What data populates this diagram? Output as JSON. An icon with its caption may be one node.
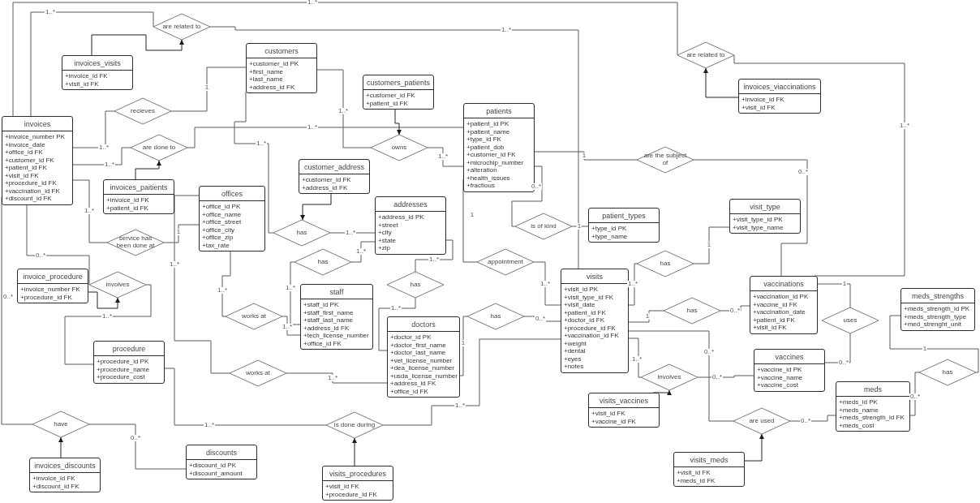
{
  "diagram": {
    "nodes": [
      {
        "text": [
          "are related to"
        ]
      },
      {
        "text": [
          "invoices_visits",
          "+invoice_id FK",
          "+visit_id FK"
        ]
      },
      {
        "text": [
          "customers",
          "+customer_id PK",
          "+first_name",
          "+last_name",
          "+address_id FK"
        ]
      },
      {
        "text": [
          "are related to"
        ]
      },
      {
        "text": [
          "customers_patients",
          "+customer_id FK",
          "+patient_id FK"
        ]
      },
      {
        "text": [
          "invoices_viaccinations",
          "+invoice_id FK",
          "+visit_id FK"
        ]
      },
      {
        "text": [
          "patients",
          "+patient_id PK",
          "+patient_name",
          "+type_id FK",
          "+patient_dob",
          "+customer_id FK",
          "+microchip_number",
          "+alteration",
          "+health_issues",
          "+fractious"
        ]
      },
      {
        "text": [
          "recieves"
        ]
      },
      {
        "text": [
          "invoices",
          "+invoice_number PK",
          "+invoice_date",
          "+office_id FK",
          "+customer_id FK",
          "+patient_id FK",
          "+visit_id FK",
          "+procedure_id FK",
          "+vaccination_id FK",
          "+discount_id FK"
        ]
      },
      {
        "text": [
          "owns"
        ]
      },
      {
        "text": [
          "are done to"
        ]
      },
      {
        "text": [
          "are the subject of"
        ]
      },
      {
        "text": [
          "customer_address",
          "+customer_id FK",
          "+address_id FK"
        ]
      },
      {
        "text": [
          "invoices_paitients",
          "+invoice_id FK",
          "+patient_id FK"
        ]
      },
      {
        "text": [
          "offices",
          "+office_id PK",
          "+office_name",
          "+office_street",
          "+office_city",
          "+office_zip",
          "+tax_rate"
        ]
      },
      {
        "text": [
          "addresses",
          "+address_id PK",
          "+street",
          "+city",
          "+state",
          "+zip"
        ]
      },
      {
        "text": [
          "visit_type",
          "+visit_type_id PK",
          "+visit_type_name"
        ]
      },
      {
        "text": [
          "patient_types",
          "+type_id PK",
          "+type_name"
        ]
      },
      {
        "text": [
          "is of kind"
        ]
      },
      {
        "text": [
          "has"
        ]
      },
      {
        "text": [
          "service has been done at"
        ]
      },
      {
        "text": [
          "has"
        ]
      },
      {
        "text": [
          "appointment"
        ]
      },
      {
        "text": [
          "has"
        ]
      },
      {
        "text": [
          "invoice_procedure",
          "+invoice_number FK",
          "+procedure_id FK"
        ]
      },
      {
        "text": [
          "visits",
          "+visit_id PK",
          "+visit_type_id FK",
          "+visit_date",
          "+patient_id FK",
          "+doctor_id FK",
          "+procedure_id FK",
          "+vaccination_id FK",
          "+weight",
          "+dental",
          "+eyes",
          "+notes"
        ]
      },
      {
        "text": [
          "vaccinations",
          "+vaccination_id PK",
          "+vaccine_id FK",
          "+vaccination_date",
          "+patient_id FK",
          "+visit_id FK"
        ]
      },
      {
        "text": [
          "involves"
        ]
      },
      {
        "text": [
          "staff",
          "+staff_id PK",
          "+staff_first_name",
          "+staff_last_name",
          "+address_id FK",
          "+tech_license_number",
          "+office_id FK"
        ]
      },
      {
        "text": [
          "has"
        ]
      },
      {
        "text": [
          "meds_strengths",
          "+meds_strength_id PK",
          "+meds_strength_type",
          "+med_strenght_unit"
        ]
      },
      {
        "text": [
          "has"
        ]
      },
      {
        "text": [
          "works at"
        ]
      },
      {
        "text": [
          "has"
        ]
      },
      {
        "text": [
          "doctors",
          "+doctor_id PK",
          "+doctor_first_name",
          "+doctor_last_name",
          "+vet_license_number",
          "+dea_license_number",
          "+usda_license_number",
          "+address_id FK",
          "+office_id FK"
        ]
      },
      {
        "text": [
          "uses"
        ]
      },
      {
        "text": [
          "procedure",
          "+procedure_id PK",
          "+procedure_name",
          "+procedure_cost"
        ]
      },
      {
        "text": [
          "vaccines",
          "+vaccine_id PK",
          "+vaccine_name",
          "+vaccine_cost"
        ]
      },
      {
        "text": [
          "works at"
        ]
      },
      {
        "text": [
          "has"
        ]
      },
      {
        "text": [
          "involves"
        ]
      },
      {
        "text": [
          "meds",
          "+meds_id PK",
          "+meds_name",
          "+meds_strength_id FK",
          "+meds_cost"
        ]
      },
      {
        "text": [
          "visits_vaccines",
          "+visit_id FK",
          "+vaccine_id FK"
        ]
      },
      {
        "text": [
          "are used"
        ]
      },
      {
        "text": [
          "have"
        ]
      },
      {
        "text": [
          "is done during"
        ]
      },
      {
        "text": [
          "discounts",
          "+discount_id PK",
          "+discount_amount"
        ]
      },
      {
        "text": [
          "visits_meds",
          "+visit_id FK",
          "+meds_id FK"
        ]
      },
      {
        "text": [
          "invoices_discounts",
          "+invoice_id FK",
          "+discount_id FK"
        ]
      },
      {
        "text": [
          "visits_procedures",
          "+visit_id FK",
          "+procedure_id FK"
        ]
      }
    ],
    "edges": [
      {
        "from": 8,
        "to": 0,
        "arrow": "none",
        "label": "1..*"
      },
      {
        "from": 0,
        "to": 25,
        "arrow": "none",
        "label": "1..*"
      },
      {
        "from": 1,
        "to": 0,
        "arrow": "to"
      },
      {
        "from": 8,
        "to": 3,
        "arrow": "none",
        "label": "1..*"
      },
      {
        "from": 3,
        "to": 26,
        "arrow": "none",
        "label": "1..*"
      },
      {
        "from": 5,
        "to": 3,
        "arrow": "to"
      },
      {
        "from": 8,
        "to": 7,
        "arrow": "none",
        "label": "1..*"
      },
      {
        "from": 7,
        "to": 2,
        "arrow": "none",
        "label": "1"
      },
      {
        "from": 8,
        "to": 10,
        "arrow": "none",
        "label": "1..*"
      },
      {
        "from": 10,
        "to": 6,
        "arrow": "none",
        "label": "1..*"
      },
      {
        "from": 13,
        "to": 10,
        "arrow": "to"
      },
      {
        "from": 2,
        "to": 19,
        "arrow": "none",
        "label": "1..*"
      },
      {
        "from": 2,
        "to": 9,
        "arrow": "none",
        "label": "1..*"
      },
      {
        "from": 9,
        "to": 6,
        "arrow": "none",
        "label": "1..*"
      },
      {
        "from": 4,
        "to": 9,
        "arrow": "to"
      },
      {
        "from": 12,
        "to": 19,
        "arrow": "to"
      },
      {
        "from": 19,
        "to": 15,
        "arrow": "none",
        "label": "1..*"
      },
      {
        "from": 6,
        "to": 11,
        "arrow": "none",
        "label": "1"
      },
      {
        "from": 11,
        "to": 26,
        "arrow": "none",
        "label": "0..*"
      },
      {
        "from": 6,
        "to": 18,
        "arrow": "none",
        "label": "0..*"
      },
      {
        "from": 18,
        "to": 17,
        "arrow": "none",
        "label": "1"
      },
      {
        "from": 6,
        "to": 22,
        "arrow": "none",
        "label": "1"
      },
      {
        "from": 22,
        "to": 25,
        "arrow": "none",
        "label": "1..*"
      },
      {
        "from": 25,
        "to": 23,
        "arrow": "none",
        "label": "1..*"
      },
      {
        "from": 23,
        "to": 16,
        "arrow": "none",
        "label": "1"
      },
      {
        "from": 25,
        "to": 31,
        "arrow": "none",
        "label": "1"
      },
      {
        "from": 31,
        "to": 26,
        "arrow": "none",
        "label": "0..*"
      },
      {
        "from": 25,
        "to": 43,
        "arrow": "none",
        "label": "0..*"
      },
      {
        "from": 43,
        "to": 41,
        "arrow": "none",
        "label": "0..*"
      },
      {
        "from": 25,
        "to": 40,
        "arrow": "none",
        "label": "1..*"
      },
      {
        "from": 40,
        "to": 37,
        "arrow": "none",
        "label": "0..*"
      },
      {
        "from": 42,
        "to": 40,
        "arrow": "to"
      },
      {
        "from": 47,
        "to": 43,
        "arrow": "to"
      },
      {
        "from": 26,
        "to": 35,
        "arrow": "none",
        "label": "1"
      },
      {
        "from": 35,
        "to": 37,
        "arrow": "none",
        "label": "0..*"
      },
      {
        "from": 30,
        "to": 39,
        "arrow": "none",
        "label": "1"
      },
      {
        "from": 39,
        "to": 41,
        "arrow": "none",
        "label": "0..*"
      },
      {
        "from": 34,
        "to": 33,
        "arrow": "none",
        "label": "1"
      },
      {
        "from": 33,
        "to": 25,
        "arrow": "none",
        "label": "0..*"
      },
      {
        "from": 25,
        "to": 45,
        "arrow": "none",
        "label": "1..*"
      },
      {
        "from": 36,
        "to": 45,
        "arrow": "none",
        "label": "1..*"
      },
      {
        "from": 49,
        "to": 45,
        "arrow": "to"
      },
      {
        "from": 14,
        "to": 38,
        "arrow": "none",
        "label": "1..*"
      },
      {
        "from": 38,
        "to": 34,
        "arrow": "none",
        "label": "1..*"
      },
      {
        "from": 20,
        "to": 14,
        "arrow": "none",
        "label": "1"
      },
      {
        "from": 8,
        "to": 20,
        "arrow": "none",
        "label": "1..*"
      },
      {
        "from": 14,
        "to": 32,
        "arrow": "none",
        "label": "1..*"
      },
      {
        "from": 32,
        "to": 28,
        "arrow": "none",
        "label": "1..*"
      },
      {
        "from": 28,
        "to": 21,
        "arrow": "none",
        "label": "1..*"
      },
      {
        "from": 21,
        "to": 15,
        "arrow": "none",
        "label": "1..*"
      },
      {
        "from": 15,
        "to": 29,
        "arrow": "none",
        "label": "1..*"
      },
      {
        "from": 29,
        "to": 34,
        "arrow": "none",
        "label": "1..*"
      },
      {
        "from": 8,
        "to": 27,
        "arrow": "none",
        "label": "0..*"
      },
      {
        "from": 27,
        "to": 36,
        "arrow": "none",
        "label": "1..*"
      },
      {
        "from": 24,
        "to": 27,
        "arrow": "to"
      },
      {
        "from": 8,
        "to": 44,
        "arrow": "none",
        "label": "0..*"
      },
      {
        "from": 44,
        "to": 46,
        "arrow": "none",
        "label": "0..*"
      },
      {
        "from": 48,
        "to": 44,
        "arrow": "to"
      }
    ]
  }
}
